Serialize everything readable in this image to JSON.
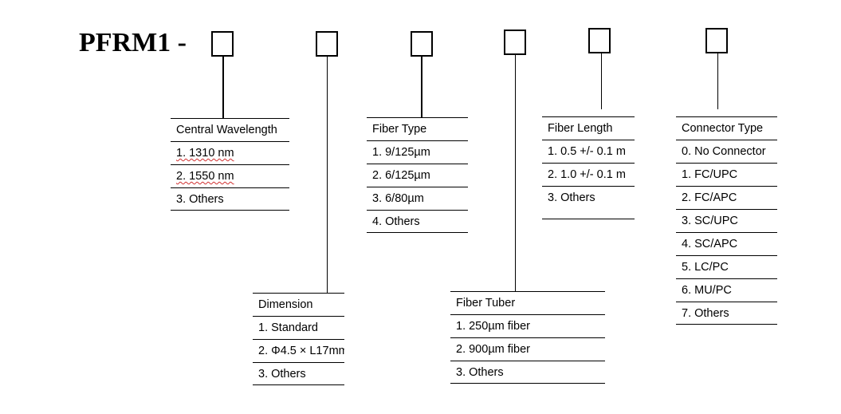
{
  "title": "PFRM1 -",
  "columns": [
    {
      "header": "Central Wavelength",
      "options": [
        "1. 1310 nm",
        "2. 1550 nm",
        "3. Others"
      ]
    },
    {
      "header": "Dimension",
      "options": [
        "1. Standard",
        "2. Φ4.5 × L17mm",
        "3. Others"
      ]
    },
    {
      "header": "Fiber Type",
      "options": [
        "1. 9/125µm",
        "2. 6/125µm",
        "3. 6/80µm",
        "4. Others"
      ]
    },
    {
      "header": "Fiber Tuber",
      "options": [
        "1. 250µm fiber",
        "2. 900µm fiber",
        "3. Others"
      ]
    },
    {
      "header": "Fiber Length",
      "options": [
        "1. 0.5 +/- 0.1 m",
        "2. 1.0 +/- 0.1 m",
        "3. Others"
      ]
    },
    {
      "header": "Connector Type",
      "options": [
        "0. No Connector",
        "1. FC/UPC",
        "2. FC/APC",
        "3. SC/UPC",
        "4. SC/APC",
        "5. LC/PC",
        "6. MU/PC",
        "7. Others"
      ]
    }
  ]
}
